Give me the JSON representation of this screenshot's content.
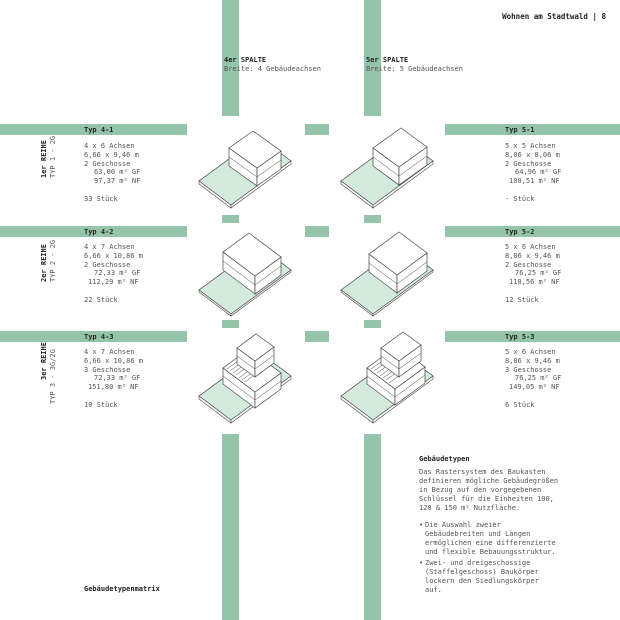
{
  "header": {
    "title": "Wohnen am Stadtwald | 8"
  },
  "columns": [
    {
      "title": "4er SPALTE",
      "subtitle": "Breite: 4 Gebäudeachsen"
    },
    {
      "title": "5er SPALTE",
      "subtitle": "Breite: 5 Gebäudeachsen"
    }
  ],
  "rows": [
    {
      "title": "1er REIHE",
      "sub": "TYP 1 - 2G"
    },
    {
      "title": "2er REIHE",
      "sub": "TYP 2 - 2G"
    },
    {
      "title": "3er REIHE",
      "sub": "TYP 3 - 3G/2G"
    }
  ],
  "types": [
    {
      "name": "Typ 4-1",
      "axes": "4 x 6 Achsen",
      "dims": "6,66 x 9,46 m",
      "floors": "2 Geschosse",
      "gf": "63,00 m² GF",
      "nf": "97,37 m² NF",
      "count": "33 Stück"
    },
    {
      "name": "Typ 4-2",
      "axes": "4 x 7 Achsen",
      "dims": "6,66 x 10,86 m",
      "floors": "2 Geschosse",
      "gf": "72,33 m² GF",
      "nf": "112,29 m² NF",
      "count": "22 Stück"
    },
    {
      "name": "Typ 4-3",
      "axes": "4 x 7 Achsen",
      "dims": "6,66 x 10,86 m",
      "floors": "3 Geschosse",
      "gf": "72,33 m² GF",
      "nf": "151,80 m² NF",
      "count": "10 Stück"
    },
    {
      "name": "Typ 5-1",
      "axes": "5 x 5 Achsen",
      "dims": "8,06 x 8,06 m",
      "floors": "2 Geschosse",
      "gf": "64,96 m² GF",
      "nf": "100,51 m² NF",
      "count": "- Stück"
    },
    {
      "name": "Typ 5-2",
      "axes": "5 x 6 Achsen",
      "dims": "8,06 x 9,46 m",
      "floors": "2 Geschosse",
      "gf": "76,25 m² GF",
      "nf": "118,56 m² NF",
      "count": "12 Stück"
    },
    {
      "name": "Typ 5-3",
      "axes": "5 x 6 Achsen",
      "dims": "8,06 x 9,46 m",
      "floors": "3 Geschosse",
      "gf": "76,25 m² GF",
      "nf": "149,05 m² NF",
      "count": "6 Stück"
    }
  ],
  "info": {
    "title": "Gebäudetypen",
    "lines": [
      "Das Rastersystem des Baukasten",
      "definieren mögliche Gebäudegrößen",
      "in Bezug auf den vorgegebenen",
      "Schlüssel für die Einheiten 100,",
      "120 & 150 m² Nutzfläche."
    ],
    "bullet1": [
      "Die Auswahl zweier",
      "Gebäudebreiten und Längen",
      "ermöglichen eine differenzierte",
      "und flexible Bebauungsstruktur."
    ],
    "bullet2": [
      "Zwei- und dreigeschossige",
      "(Staffelgeschoss) Baukörper",
      "lockern den Siedlungskörper",
      "auf."
    ]
  },
  "footer": {
    "label": "Gebäudetypenmatrix"
  },
  "colors": {
    "band": "#94c4a9",
    "plot": "#d3eadc",
    "line": "#444444"
  }
}
